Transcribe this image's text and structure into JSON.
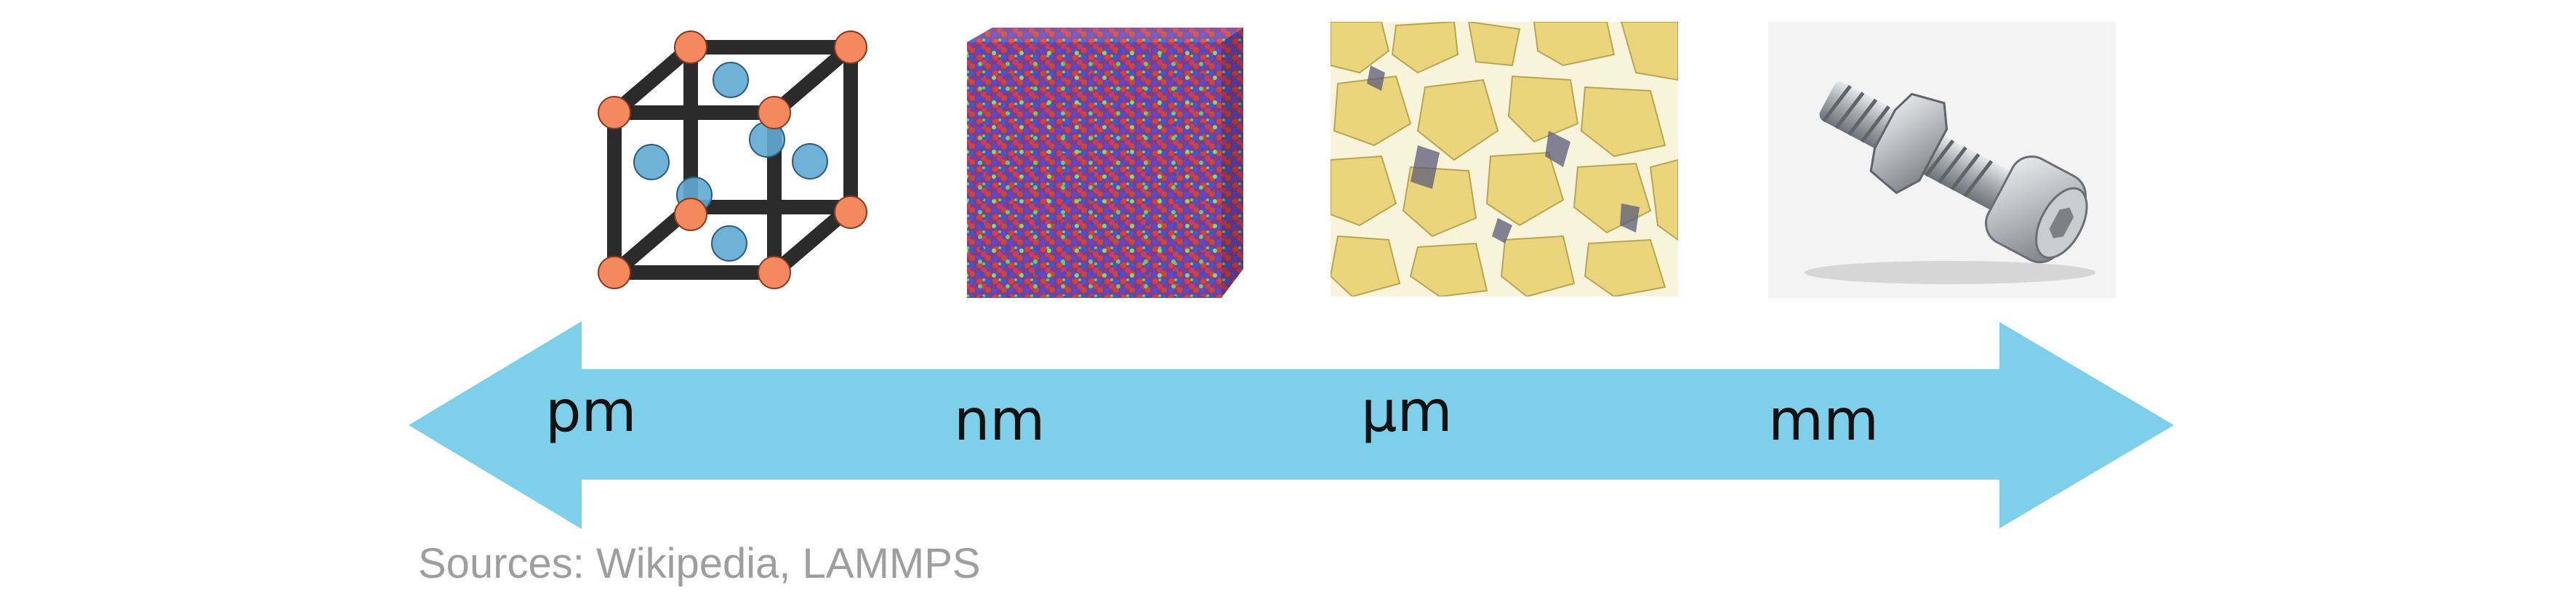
{
  "scale_labels": {
    "pm": "pm",
    "nm": "nm",
    "um": "µm",
    "mm": "mm"
  },
  "sources": "Sources: Wikipedia, LAMMPS",
  "images": [
    {
      "name": "bcc-lattice-diagram",
      "scale": "pm"
    },
    {
      "name": "atomistic-simulation-cube",
      "scale": "nm"
    },
    {
      "name": "metallographic-micrograph",
      "scale": "µm"
    },
    {
      "name": "bolt-and-nut-photo",
      "scale": "mm"
    }
  ],
  "colors": {
    "arrow": "#7ed0ea",
    "lattice_corner_atom": "#f4895f",
    "lattice_center_atom": "#5fa8d3",
    "lattice_edge": "#2b2b2b",
    "micro_grain": "#ead57c",
    "micro_matrix": "#f8f4dc",
    "source_text": "#9e9e9e"
  }
}
